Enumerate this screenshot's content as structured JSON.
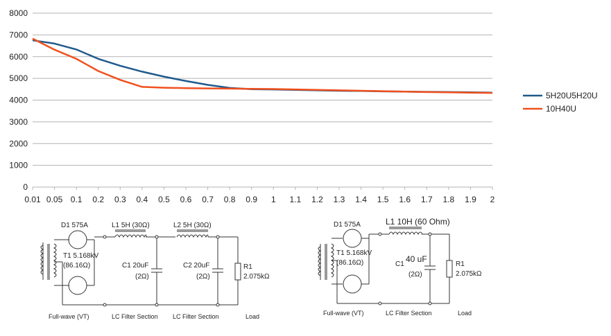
{
  "chart_data": {
    "type": "line",
    "x_categories": [
      "0.01",
      "0.05",
      "0.1",
      "0.2",
      "0.3",
      "0.4",
      "0.5",
      "0.6",
      "0.7",
      "0.8",
      "0.9",
      "1",
      "1.1",
      "1.2",
      "1.3",
      "1.4",
      "1.5",
      "1.6",
      "1.7",
      "1.8",
      "1.9",
      "2"
    ],
    "y_ticks": [
      "0",
      "1000",
      "2000",
      "3000",
      "4000",
      "5000",
      "6000",
      "7000",
      "8000"
    ],
    "ylim": [
      0,
      8000
    ],
    "grid": "horizontal",
    "legend_position": "right",
    "series": [
      {
        "name": "5H20U5H20U",
        "color": "#1f5a8c",
        "values": [
          6750,
          6600,
          6330,
          5900,
          5580,
          5310,
          5080,
          4880,
          4700,
          4560,
          4500,
          4490,
          4470,
          4450,
          4430,
          4420,
          4400,
          4390,
          4380,
          4370,
          4360,
          4340
        ]
      },
      {
        "name": "10H40U",
        "color": "#f0501e",
        "values": [
          6830,
          6320,
          5900,
          5340,
          4930,
          4610,
          4570,
          4550,
          4540,
          4530,
          4520,
          4510,
          4490,
          4470,
          4450,
          4430,
          4410,
          4390,
          4370,
          4360,
          4340,
          4330
        ]
      }
    ]
  },
  "schematic1": {
    "d1": "D1 575A",
    "l1": "L1 5H (30Ω)",
    "l2": "L2 5H (30Ω)",
    "t1_line1": "T1 5.168kV",
    "t1_line2": "(86.16Ω)",
    "c1_line1": "C1 20uF",
    "c1_line2": "(2Ω)",
    "c2_line1": "C2 20uF",
    "c2_line2": "(2Ω)",
    "r1_line1": "R1",
    "r1_line2": "2.075kΩ",
    "label_fullwave": "Full-wave (VT)",
    "label_lc1": "LC Filter Section",
    "label_lc2": "LC Filter Section",
    "label_load": "Load"
  },
  "schematic2": {
    "d1": "D1 575A",
    "l1": "L1 10H (60 Ohm)",
    "t1_line1": "T1 5.168kV",
    "t1_line2": "(86.16Ω)",
    "c1_prefix": "C1",
    "c1_value": "40 uF",
    "c1_line2": "(2Ω)",
    "r1_line1": "R1",
    "r1_line2": "2.075kΩ",
    "label_fullwave": "Full-wave (VT)",
    "label_lc": "LC Filter Section",
    "label_load": "Load"
  }
}
